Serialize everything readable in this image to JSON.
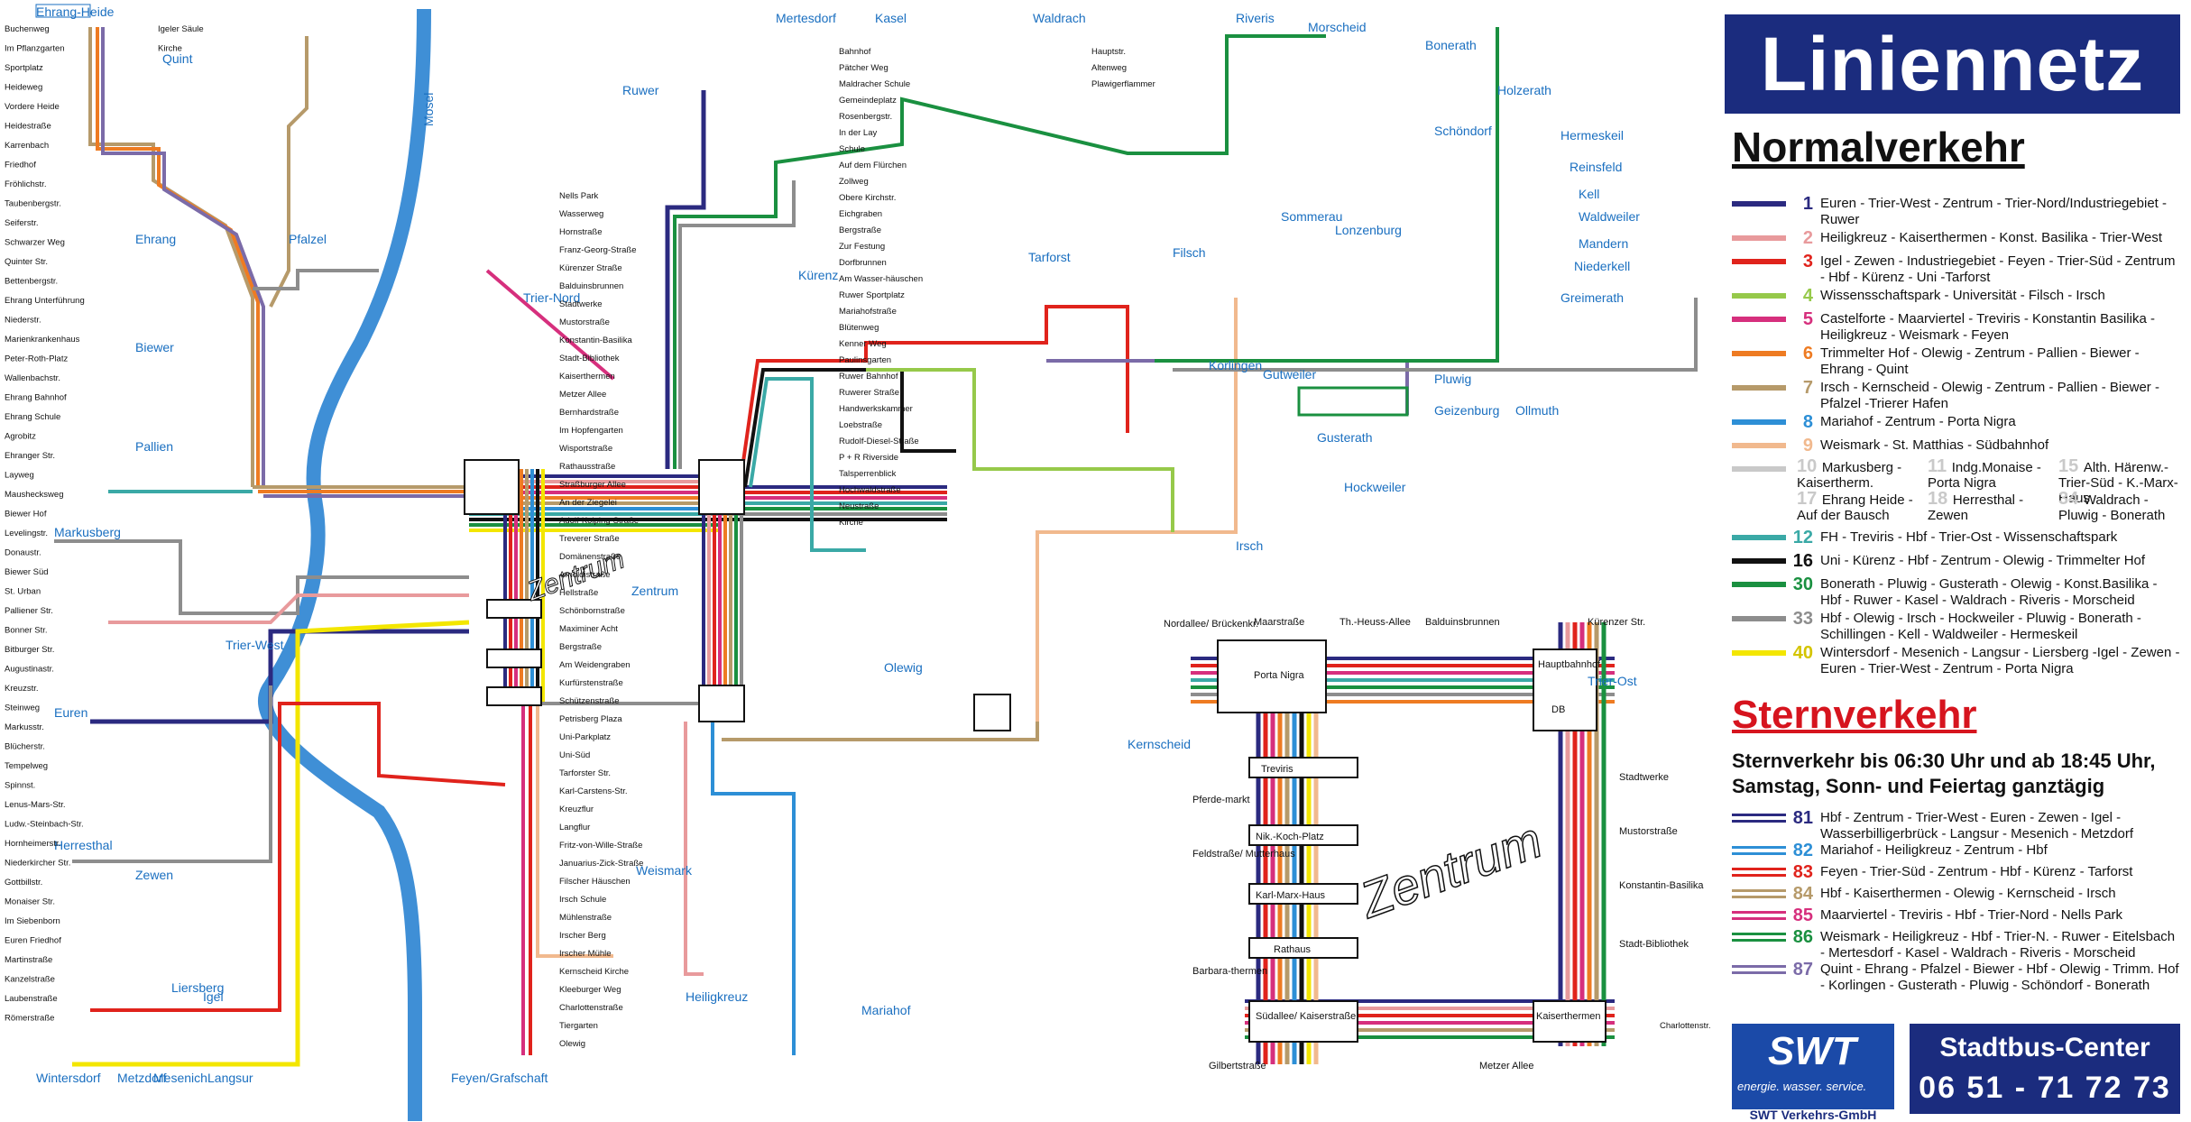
{
  "title": "Liniennetz",
  "normal_title": "Normalverkehr",
  "night_title": "Sternverkehr",
  "night_intro": "Sternverkehr bis 06:30 Uhr und ab 18:45 Uhr, Samstag, Sonn- und Feiertag ganztägig",
  "lines": [
    {
      "num": "1",
      "color": "#2b2a80",
      "route": "Euren - Trier-West - Zentrum - Trier-Nord/Industriegebiet - Ruwer"
    },
    {
      "num": "2",
      "color": "#e89a9c",
      "route": "Heiligkreuz - Kaiserthermen - Konst. Basilika - Trier-West"
    },
    {
      "num": "3",
      "color": "#e0231c",
      "route": "Igel - Zewen - Industriegebiet - Feyen - Trier-Süd - Zentrum - Hbf - Kürenz - Uni -Tarforst"
    },
    {
      "num": "4",
      "color": "#96c94a",
      "route": "Wissensschaftspark - Universität - Filsch - Irsch"
    },
    {
      "num": "5",
      "color": "#d62f7d",
      "route": "Castelforte - Maarviertel - Treviris - Konstantin Basilika - Heiligkreuz - Weismark - Feyen"
    },
    {
      "num": "6",
      "color": "#ee7b22",
      "route": "Trimmelter Hof - Olewig - Zentrum - Pallien - Biewer - Ehrang - Quint"
    },
    {
      "num": "7",
      "color": "#b69a6a",
      "route": "Irsch - Kernscheid - Olewig - Zentrum - Pallien - Biewer - Pfalzel -Trierer Hafen"
    },
    {
      "num": "8",
      "color": "#2d8fd6",
      "route": "Mariahof  - Zentrum - Porta Nigra"
    },
    {
      "num": "9",
      "color": "#f1b98e",
      "route": "Weismark - St. Matthias - Südbahnhof"
    },
    {
      "num": "12",
      "color": "#3aa9a6",
      "route": "FH - Treviris - Hbf - Trier-Ost - Wissenschaftspark"
    },
    {
      "num": "16",
      "color": "#111111",
      "route": "Uni - Kürenz - Hbf - Zentrum - Olewig - Trimmelter Hof"
    },
    {
      "num": "30",
      "color": "#1a9040",
      "route": "Bonerath - Pluwig - Gusterath - Olewig - Konst.Basilika - Hbf - Ruwer - Kasel - Waldrach - Riveris - Morscheid"
    },
    {
      "num": "33",
      "color": "#8d8d8d",
      "route": "Hbf - Olewig - Irsch - Hockweiler - Pluwig - Bonerath - Schillingen - Kell - Waldweiler - Hermeskeil"
    },
    {
      "num": "40",
      "color": "#f3e600",
      "route": "Wintersdorf - Mesenich - Langsur - Liersberg -Igel - Zewen -Euren - Trier-West - Zentrum - Porta Nigra"
    }
  ],
  "grey_lines": [
    {
      "num": "10",
      "text": "Markusberg - Kaisertherm."
    },
    {
      "num": "11",
      "text": "Indg.Monaise - Porta Nigra"
    },
    {
      "num": "15",
      "text": "Alth. Härenw.- Trier-Süd - K.-Marx-Haus"
    },
    {
      "num": "17",
      "text": "Ehrang Heide - Auf der Bausch"
    },
    {
      "num": "18",
      "text": "Herresthal - Zewen"
    },
    {
      "num": "34",
      "text": "Waldrach - Pluwig - Bonerath"
    }
  ],
  "night_lines": [
    {
      "num": "81",
      "color": "#2b2a80",
      "route": "Hbf - Zentrum - Trier-West - Euren - Zewen - Igel - Wasserbilligerbrück - Langsur - Mesenich - Metzdorf"
    },
    {
      "num": "82",
      "color": "#2d8fd6",
      "route": "Mariahof - Heiligkreuz - Zentrum - Hbf"
    },
    {
      "num": "83",
      "color": "#e0231c",
      "route": "Feyen - Trier-Süd - Zentrum - Hbf - Kürenz - Tarforst"
    },
    {
      "num": "84",
      "color": "#b69a6a",
      "route": "Hbf - Kaiserthermen - Olewig - Kernscheid - Irsch"
    },
    {
      "num": "85",
      "color": "#d62f7d",
      "route": "Maarviertel - Treviris - Hbf - Trier-Nord - Nells Park"
    },
    {
      "num": "86",
      "color": "#1a9040",
      "route": "Weismark - Heiligkreuz - Hbf - Trier-N. - Ruwer - Eitelsbach - Mertesdorf - Kasel - Waldrach - Riveris - Morscheid"
    },
    {
      "num": "87",
      "color": "#7b6ba8",
      "route": "Quint - Ehrang - Pfalzel - Biewer - Hbf - Olewig - Trimm. Hof - Korlingen - Gusterath - Pluwig - Schöndorf - Bonerath"
    }
  ],
  "swt": {
    "name": "SWT",
    "slogan": "energie. wasser. service.",
    "company": "SWT Verkehrs-GmbH"
  },
  "center": {
    "title": "Stadtbus-Center",
    "phone": "06 51 - 71 72 73"
  },
  "districts": [
    "Ehrang-Heide",
    "Quint",
    "Ehrang",
    "Pfalzel",
    "Biewer",
    "Pallien",
    "Markusberg",
    "Trier-West",
    "Euren",
    "Herresthal",
    "Zewen",
    "Liersberg",
    "Igel",
    "Wintersdorf",
    "Metzdorf",
    "Mesenich",
    "Langsur",
    "Ruwer",
    "Mertesdorf",
    "Kasel",
    "Waldrach",
    "Riveris",
    "Morscheid",
    "Bonerath",
    "Holzerath",
    "Schöndorf",
    "Hermeskeil",
    "Reinsfeld",
    "Kell",
    "Waldweiler",
    "Mandern",
    "Niederkell",
    "Greimerath",
    "Kürenz",
    "Tarforst",
    "Filsch",
    "Sommerau",
    "Lonzenburg",
    "Korlingen",
    "Gutweiler",
    "Gusterath",
    "Pluwig",
    "Geizenburg",
    "Ollmuth",
    "Hockweiler",
    "Irsch",
    "Kernscheid",
    "Olewig",
    "Trier-Ost",
    "Trier-Nord",
    "Weismark",
    "Mariahof",
    "Heiligkreuz",
    "Feyen/Grafschaft",
    "Zentrum"
  ],
  "hubs": {
    "porta_nigra": "Porta Nigra",
    "hauptbahnhof": "Hauptbahnhof",
    "treviris": "Treviris",
    "nik_koch": "Nik.-Koch-Platz",
    "karl_marx": "Karl-Marx-Haus",
    "rathaus": "Rathaus",
    "suedallee": "Südallee/ Kaiserstraße",
    "kaiserthermen": "Kaiserthermen",
    "maarstrasse": "Maarstraße",
    "th_heuss": "Th.-Heuss-Allee",
    "balduinsbrunnen": "Balduinsbrunnen",
    "kuerenzer": "Kürenzer Str.",
    "stadtwerke": "Stadtwerke",
    "mustor": "Mustorstraße",
    "konstantin": "Konstantin-Basilika",
    "stadtbib": "Stadt-Bibliothek",
    "metzer": "Metzer Allee",
    "gilbert": "Gilbertstraße",
    "barbara": "Barbara-thermen",
    "feldstr": "Feldstraße/ Mutterhaus",
    "pferdemarkt": "Pferde-markt",
    "nordallee": "Nordallee/ Brückenkr.",
    "charlottenstr": "Charlottenstr."
  },
  "map_labels": {
    "zentrum_big": "Zentrum",
    "zentrum_small": "Zentrum",
    "mosel": "Mosel",
    "db": "DB"
  },
  "stops_left": [
    "Buchenweg",
    "Im Pflanzgarten",
    "Sportplatz",
    "Heideweg",
    "Vordere Heide",
    "Heidestraße",
    "Karrenbach",
    "Friedhof",
    "Fröhlichstr.",
    "Taubenbergstr.",
    "Seiferstr.",
    "Schwarzer Weg",
    "Quinter Str.",
    "Bettenbergstr.",
    "Ehrang Unterführung",
    "Niederstr.",
    "Marienkrankenhaus",
    "Peter-Roth-Platz",
    "Wallenbachstr.",
    "Ehrang Bahnhof",
    "Ehrang Schule",
    "Agrobitz",
    "Ehranger Str.",
    "Layweg",
    "Maushecksweg",
    "Biewer Hof",
    "Levelingstr.",
    "Donaustr.",
    "Biewer Süd",
    "St. Urban",
    "Palliener Str.",
    "Bonner Str.",
    "Bitburger Str.",
    "Augustinastr.",
    "Kreuzstr.",
    "Steinweg",
    "Markusstr.",
    "Blücherstr.",
    "Tempelweg",
    "Spinnst.",
    "Lenus-Mars-Str.",
    "Ludw.-Steinbach-Str.",
    "Hornheimerstr.",
    "Niederkircher Str.",
    "Gottbillstr.",
    "Monaiser Str.",
    "Im Siebenborn",
    "Euren Friedhof",
    "Martinstraße",
    "Kanzelstraße",
    "Laubenstraße",
    "Römerstraße",
    "Igeler Säule",
    "Kirche"
  ],
  "stops_center": [
    "Nells Park",
    "Wasserweg",
    "Hornstraße",
    "Franz-Georg-Straße",
    "Kürenzer Straße",
    "Balduinsbrunnen",
    "Stadtwerke",
    "Mustorstraße",
    "Konstantin-Basilika",
    "Stadt-Bibliothek",
    "Kaiserthermen",
    "Metzer Allee",
    "Bernhardstraße",
    "Im Hopfengarten",
    "Wisportstraße",
    "Rathausstraße",
    "Straßburger Allee",
    "An der Ziegelei",
    "Adolf-Kolping-Straße",
    "Treverer Straße",
    "Domänenstraße",
    "Arnoldistraße",
    "Hellstraße",
    "Schönbornstraße",
    "Maximiner Acht",
    "Bergstraße",
    "Am Weidengraben",
    "Kurfürstenstraße",
    "Schützenstraße",
    "Petrisberg Plaza",
    "Uni-Parkplatz",
    "Uni-Süd",
    "Tarforster Str.",
    "Karl-Carstens-Str.",
    "Kreuzflur",
    "Langflur",
    "Fritz-von-Wille-Straße",
    "Januarius-Zick-Straße",
    "Filscher Häuschen",
    "Irsch Schule",
    "Mühlenstraße",
    "Irscher Berg",
    "Irscher Mühle",
    "Kernscheid Kirche",
    "Kleeburger Weg",
    "Charlottenstraße",
    "Tiergarten",
    "Olewig"
  ],
  "stops_north": [
    "Bahnhof",
    "Pätcher Weg",
    "Maldracher Schule",
    "Gemeindeplatz",
    "Rosenbergstr.",
    "In der Lay",
    "Schule",
    "Auf dem Flürchen",
    "Zollweg",
    "Obere Kirchstr.",
    "Eichgraben",
    "Bergstraße",
    "Zur Festung",
    "Dorfbrunnen",
    "Am Wasser-häuschen",
    "Ruwer Sportplatz",
    "Mariahofstraße",
    "Blütenweg",
    "Kenner Weg",
    "Paulinsgarten",
    "Ruwer Bahnhof",
    "Ruwerer Straße",
    "Handwerkskammer",
    "Loebstraße",
    "Rudolf-Diesel-Straße",
    "P + R Riverside",
    "Talsperrenblick",
    "Hochwaldstraße",
    "Neustraße",
    "Kirche",
    "Hauptstr.",
    "Altenweg",
    "Plawigerflammer"
  ]
}
